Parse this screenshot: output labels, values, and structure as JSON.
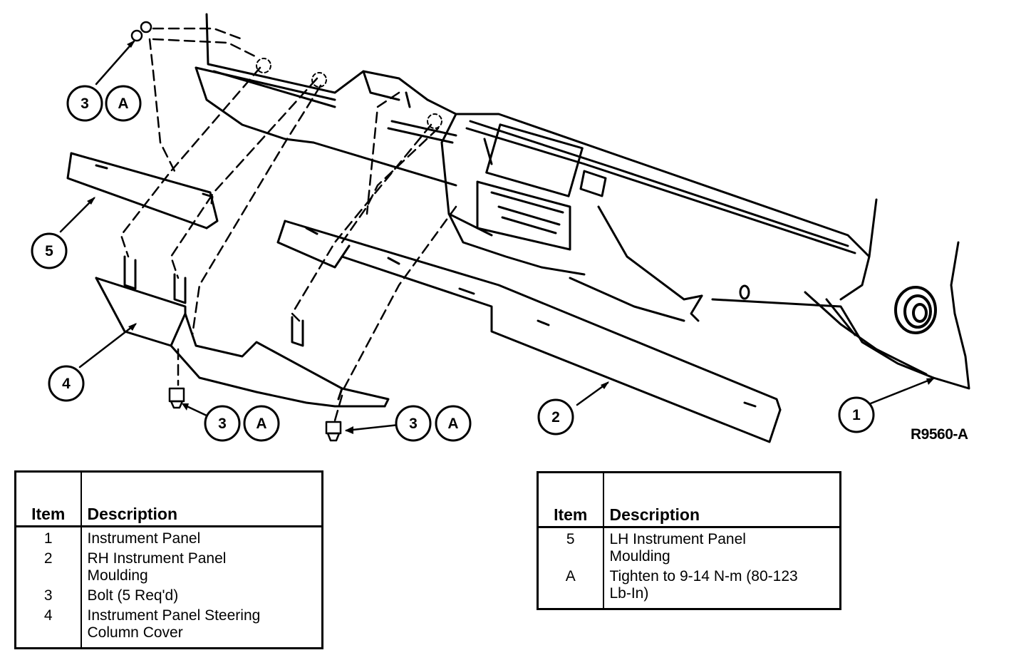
{
  "figure_id": "R9560-A",
  "callouts": [
    {
      "id": "c3a-top",
      "item": "3",
      "spec": "A"
    },
    {
      "id": "c5",
      "item": "5"
    },
    {
      "id": "c4",
      "item": "4"
    },
    {
      "id": "c3a-mid",
      "item": "3",
      "spec": "A"
    },
    {
      "id": "c3a-right",
      "item": "3",
      "spec": "A"
    },
    {
      "id": "c2",
      "item": "2"
    },
    {
      "id": "c1",
      "item": "1"
    }
  ],
  "legend_left": {
    "header_item": "Item",
    "header_desc": "Description",
    "rows": [
      {
        "item": "1",
        "desc_lines": [
          "Instrument Panel"
        ]
      },
      {
        "item": "2",
        "desc_lines": [
          "RH Instrument Panel",
          "Moulding"
        ]
      },
      {
        "item": "3",
        "desc_lines": [
          "Bolt (5 Req'd)"
        ]
      },
      {
        "item": "4",
        "desc_lines": [
          "Instrument Panel Steering",
          "Column Cover"
        ]
      }
    ]
  },
  "legend_right": {
    "header_item": "Item",
    "header_desc": "Description",
    "rows": [
      {
        "item": "5",
        "desc_lines": [
          "LH Instrument Panel",
          "Moulding"
        ]
      },
      {
        "item": "A",
        "desc_lines": [
          "Tighten to 9-14 N-m (80-123",
          "Lb-In)"
        ]
      }
    ]
  }
}
